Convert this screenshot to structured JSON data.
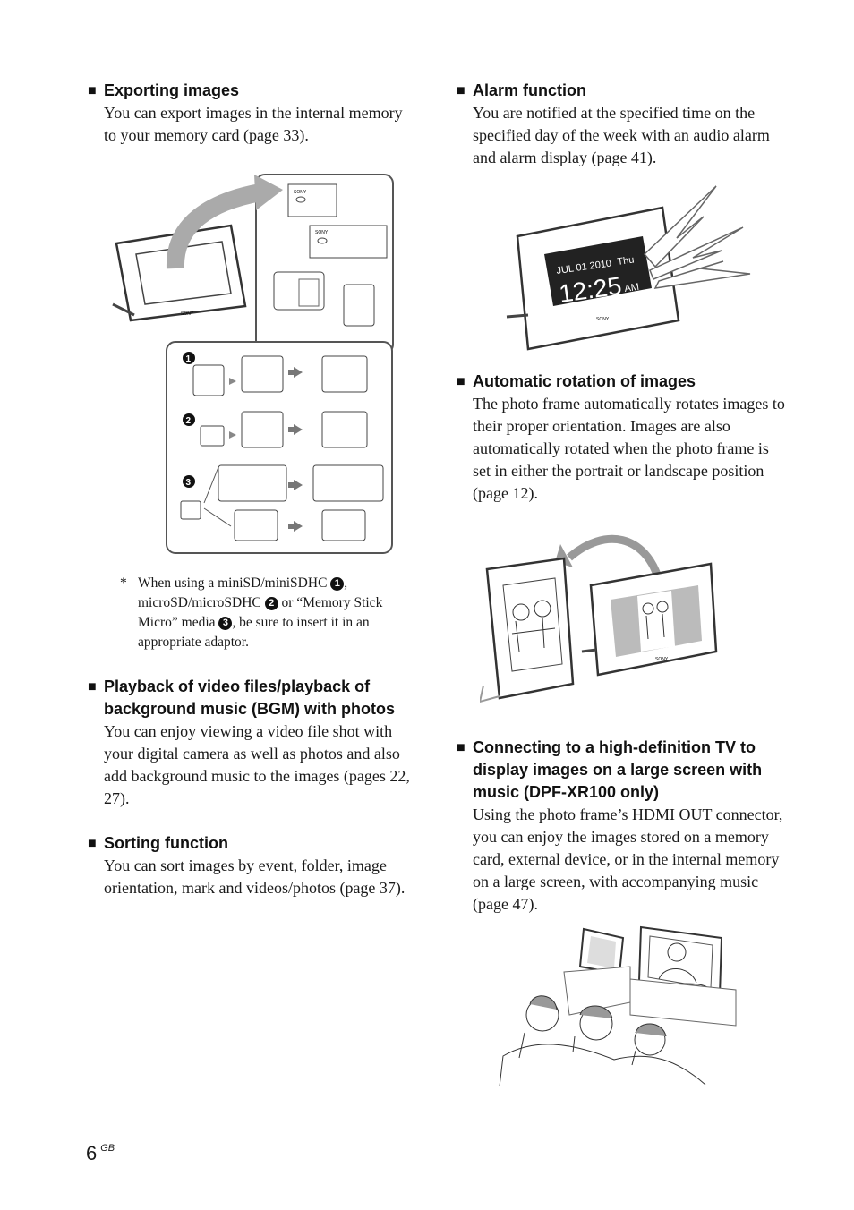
{
  "left": {
    "exporting": {
      "heading": "Exporting images",
      "body": "You can export images in the internal memory to your memory card (page 33)."
    },
    "export_art": {
      "brand": "SONY",
      "steps": [
        "1",
        "2",
        "3"
      ]
    },
    "footnote": {
      "star": "*",
      "t1": "When using a miniSD/miniSDHC ",
      "n1": "1",
      "t2": ", microSD/microSDHC ",
      "n2": "2",
      "t3": " or “Memory Stick Micro” media ",
      "n3": "3",
      "t4": ", be sure to insert it in an appropriate adaptor."
    },
    "playback": {
      "heading": "Playback of video files/playback of background music (BGM) with photos",
      "body": "You can enjoy viewing a video file shot with your digital camera as well as photos and also add background music to the images (pages 22, 27)."
    },
    "sorting": {
      "heading": "Sorting function",
      "body": "You can sort images by event, folder, image orientation, mark and videos/photos (page 37)."
    }
  },
  "right": {
    "alarm": {
      "heading": "Alarm function",
      "body": "You are notified at the specified time on the specified day of the week with an audio alarm and alarm display (page 41)."
    },
    "alarm_art": {
      "date": "JUL 01 2010",
      "day": "Thu",
      "time": "12:25",
      "ampm": "AM",
      "brand": "SONY"
    },
    "rotation": {
      "heading": "Automatic rotation of images",
      "body": "The photo frame automatically rotates images to their proper orientation. Images are also automatically rotated when the photo frame is set in either the portrait or landscape position (page 12)."
    },
    "rotation_art": {
      "brand": "SONY"
    },
    "hdtv": {
      "heading": "Connecting to a high-definition TV to display images on a large screen with music (DPF-XR100 only)",
      "body": "Using the photo frame’s HDMI OUT connector, you can enjoy the images stored on a memory card, external device, or in the internal memory on a large screen, with accompanying music (page 47)."
    }
  },
  "page": {
    "number": "6",
    "lang": "GB"
  },
  "glyphs": {
    "square": "■"
  }
}
